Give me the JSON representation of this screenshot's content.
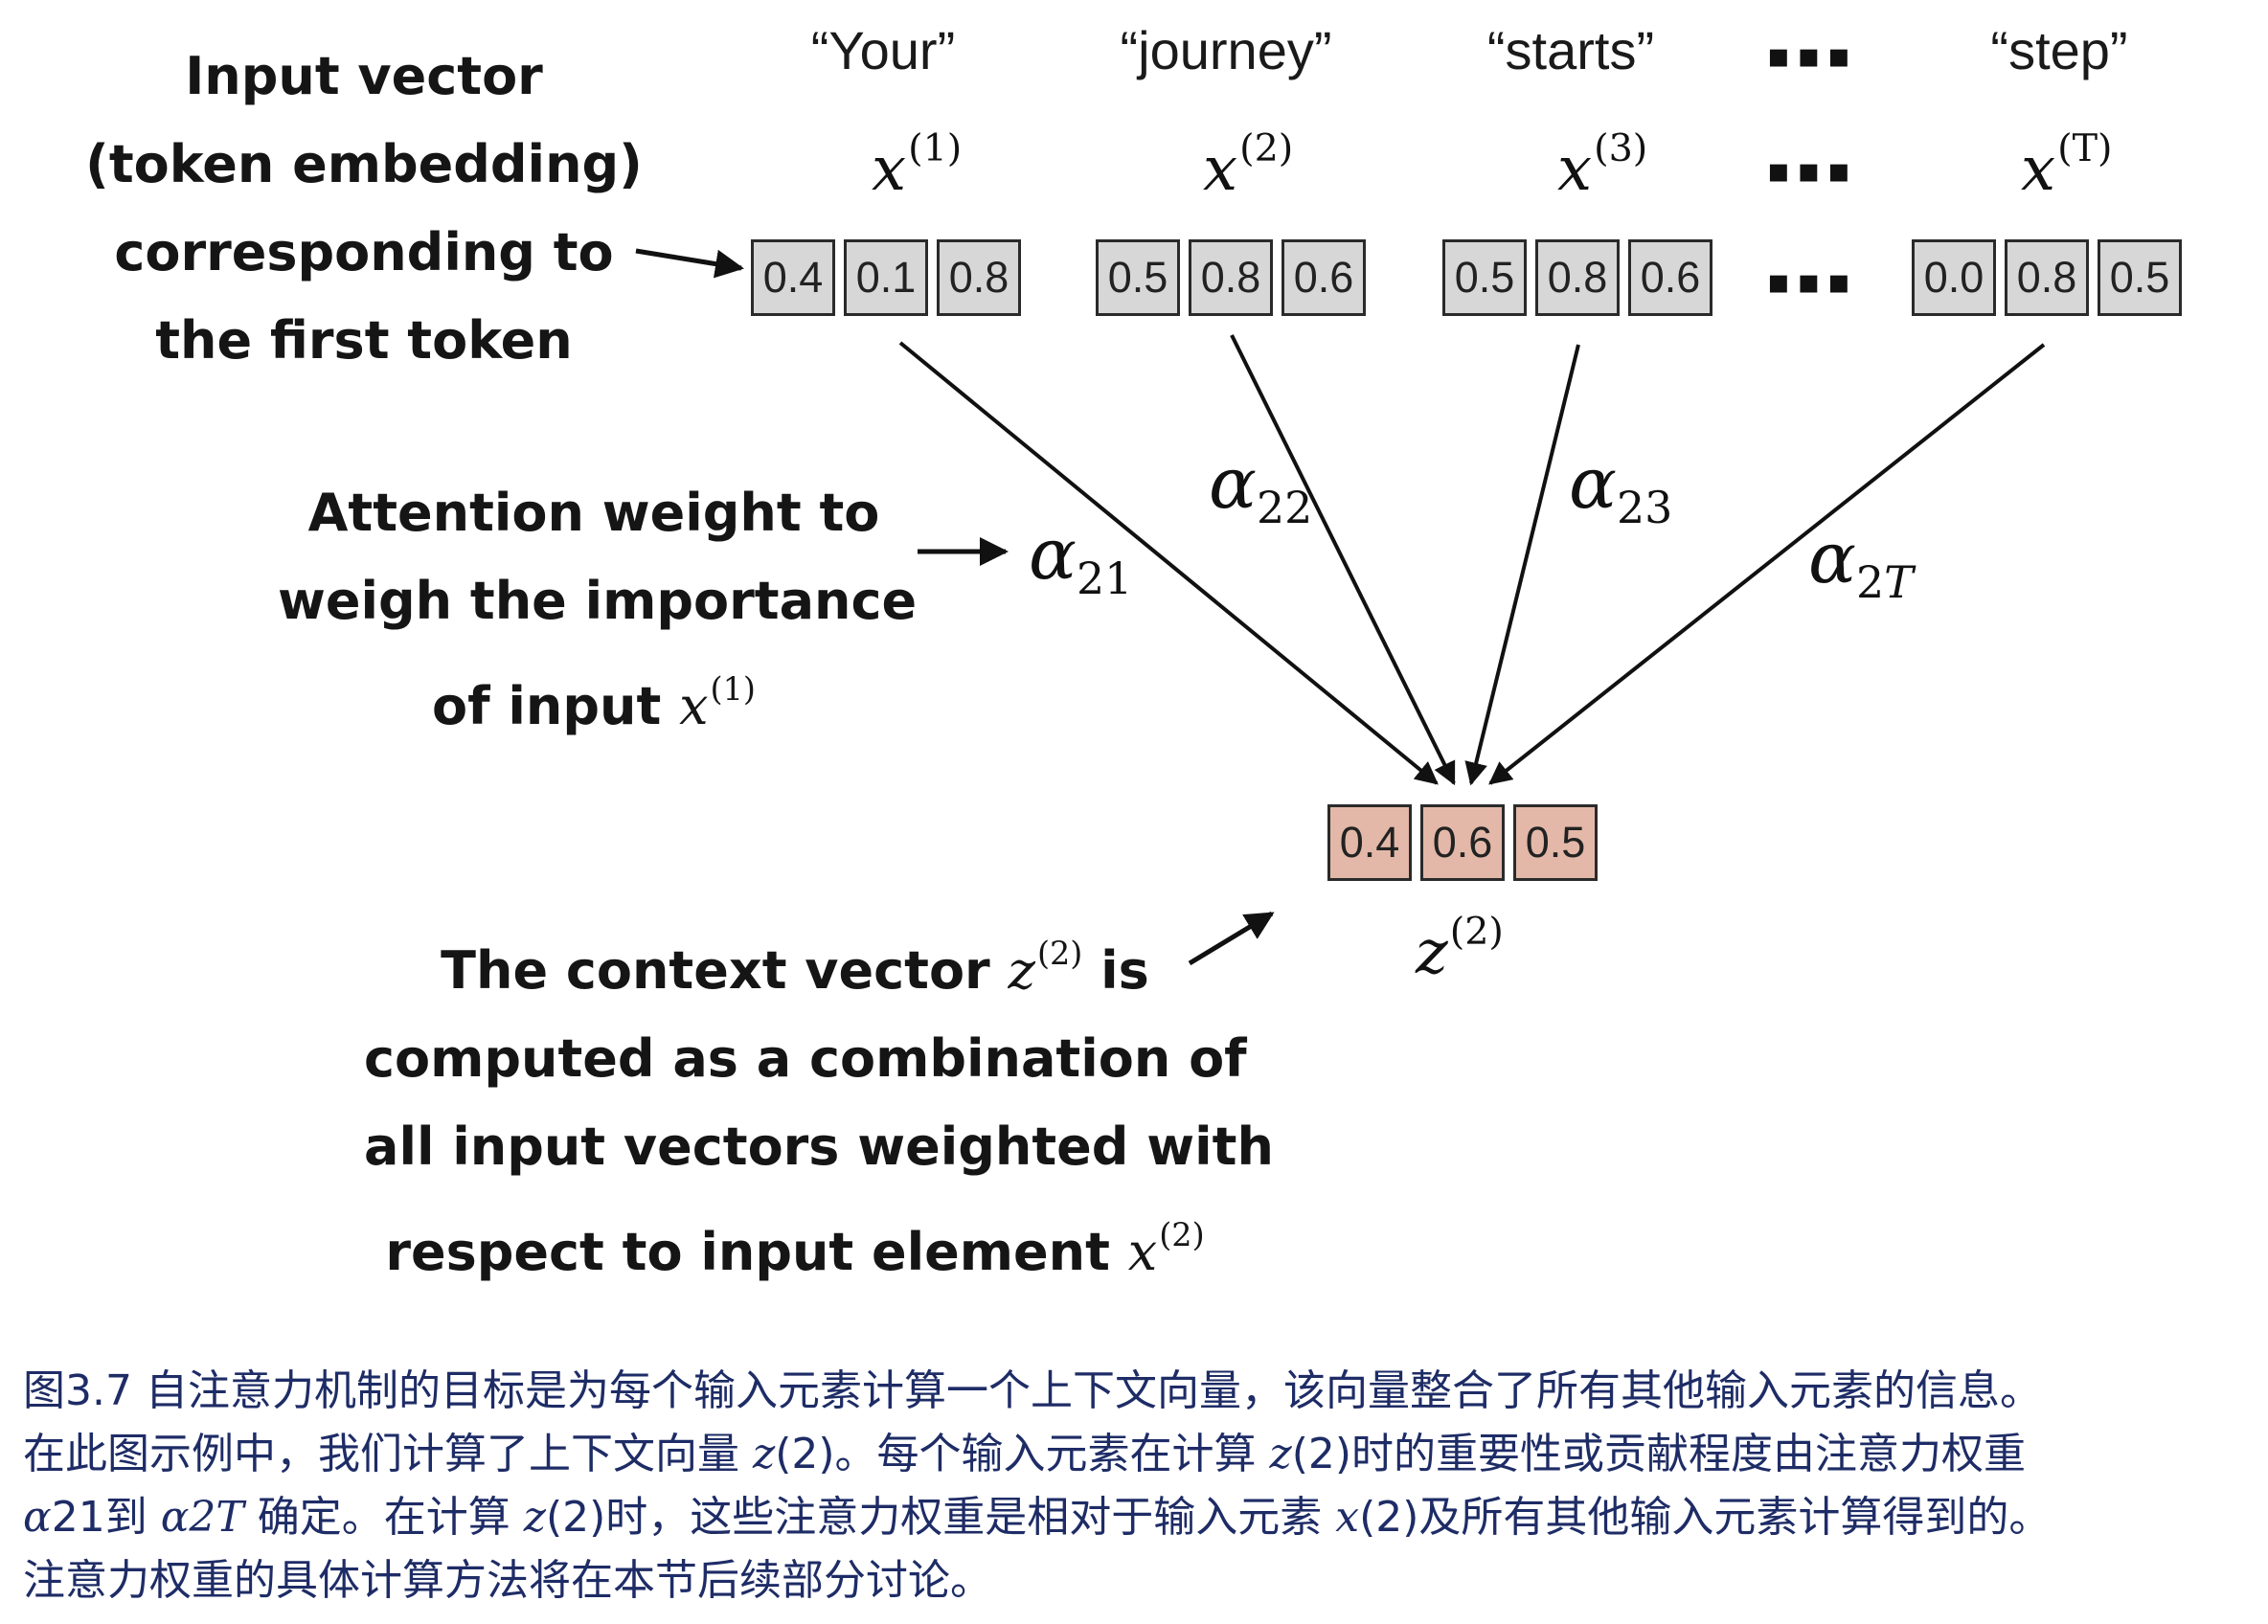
{
  "figure": {
    "tokens": [
      {
        "word": "“Your”",
        "var_base": "x",
        "var_sup": "(1)",
        "values": [
          "0.4",
          "0.1",
          "0.8"
        ]
      },
      {
        "word": "“journey”",
        "var_base": "x",
        "var_sup": "(2)",
        "values": [
          "0.5",
          "0.8",
          "0.6"
        ]
      },
      {
        "word": "“starts”",
        "var_base": "x",
        "var_sup": "(3)",
        "values": [
          "0.5",
          "0.8",
          "0.6"
        ]
      },
      {
        "word": "“step”",
        "var_base": "x",
        "var_sup": "(T)",
        "values": [
          "0.0",
          "0.8",
          "0.5"
        ]
      }
    ],
    "ellipsis": "▪▪▪",
    "weights": [
      {
        "base": "α",
        "sub": "21"
      },
      {
        "base": "α",
        "sub": "22"
      },
      {
        "base": "α",
        "sub": "23"
      },
      {
        "base": "α",
        "sub_num": "2",
        "sub_var": "T"
      }
    ],
    "context": {
      "values": [
        "0.4",
        "0.6",
        "0.5"
      ],
      "base": "z",
      "sup": "(2)"
    },
    "annotations": {
      "input_vector": [
        "Input vector",
        "(token embedding)",
        "corresponding to",
        "the first token"
      ],
      "attention_weight": {
        "line1": "Attention weight to",
        "line2": "weigh the importance",
        "line3_text": "of input ",
        "line3_var": "x",
        "line3_sup": "(1)"
      },
      "context_vector": {
        "line1_pre": "The context vector ",
        "line1_var": "z",
        "line1_sup": "(2)",
        "line1_post": " is",
        "line2": "computed as a combination of",
        "line3": "all input vectors weighted with",
        "line4_text": "respect to input element ",
        "line4_var": "x",
        "line4_sup": "(2)"
      }
    }
  },
  "caption": {
    "l1": "图3.7 自注意力机制的目标是为每个输入元素计算一个上下文向量，该向量整合了所有其他输入元素的信息。",
    "l2a": "在此图示例中，我们计算了上下文向量 ",
    "l2z": "z",
    "l2b": "(2)。每个输入元素在计算 ",
    "l2z2": "z",
    "l2c": "(2)时的重要性或贡献程度由注意力权重",
    "l3a": "α",
    "l3b": "21到 ",
    "l3c": "α2T",
    "l3d": " 确定。在计算 ",
    "l3z": "z",
    "l3e": "(2)时，这些注意力权重是相对于输入元素 ",
    "l3x": "x",
    "l3f": "(2)及所有其他输入元素计算得到的。",
    "l4": "注意力权重的具体计算方法将在本节后续部分讨论。"
  }
}
